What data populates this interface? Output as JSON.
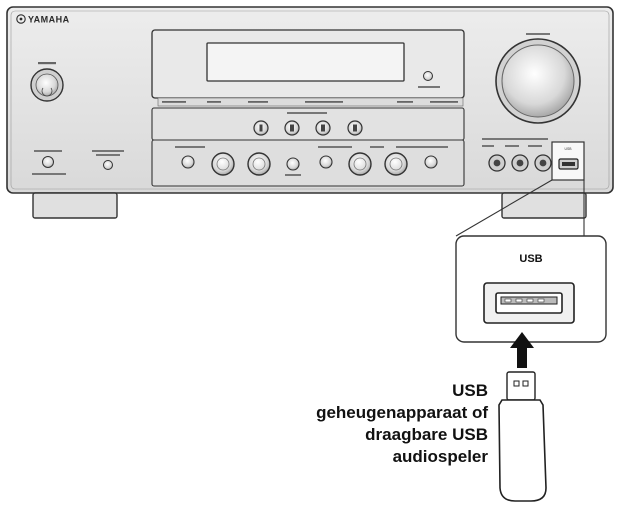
{
  "receiver": {
    "brand": "YAMAHA",
    "usb_port_label": "USB"
  },
  "usb_box": {
    "label": "USB"
  },
  "device_caption": {
    "lines": [
      "USB",
      "geheugenapparaat of",
      "draagbare USB",
      "audiospeler"
    ]
  },
  "colors": {
    "panel": "#e6e6e6",
    "panel_dark": "#cfcfcf",
    "outline": "#333333",
    "arrow": "#111111"
  }
}
